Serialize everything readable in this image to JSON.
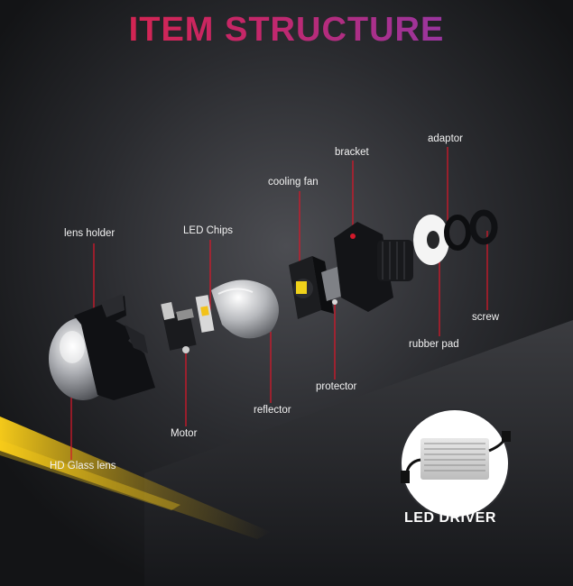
{
  "title": "ITEM STRUCTURE",
  "colors": {
    "leader": "#d3182a",
    "background": "#1a1b1e",
    "accent_yellow": "#ffd21a"
  },
  "labels": {
    "adaptor": "adaptor",
    "bracket": "bracket",
    "cooling_fan": "cooling fan",
    "lens_holder": "lens holder",
    "led_chips": "LED Chips",
    "screw": "screw",
    "rubber_pad": "rubber pad",
    "protector": "protector",
    "reflector": "reflector",
    "motor": "Motor",
    "hd_glass_lens": "HD Glass lens"
  },
  "driver_label": "LED DRIVER"
}
